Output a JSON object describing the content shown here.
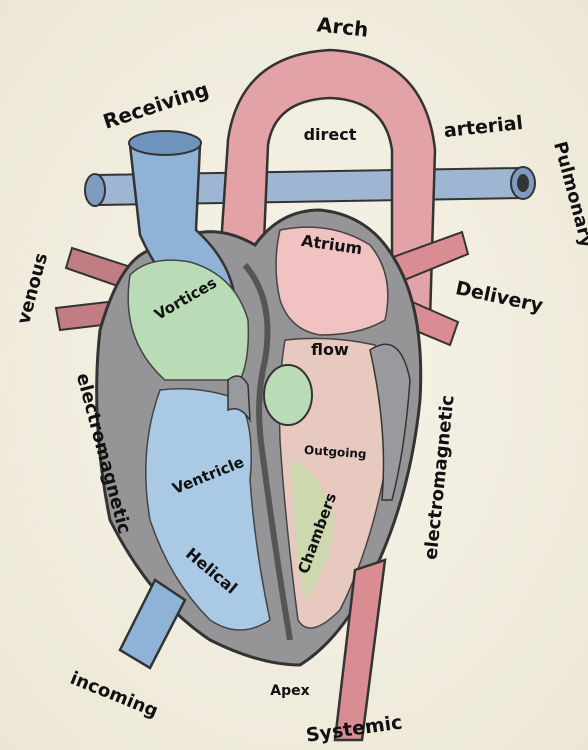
{
  "labels": {
    "arch": "Arch",
    "receiving": "Receiving",
    "direct": "direct",
    "arterial": "arterial",
    "pulmonary": "Pulmonary",
    "venous": "venous",
    "atrium": "Atrium",
    "vortices": "Vortices",
    "delivery": "Delivery",
    "flow": "flow",
    "electromagnetic_left": "electromagnetic",
    "electromagnetic_right": "electromagnetic",
    "outgoing": "Outgoing",
    "ventricle": "Ventricle",
    "chambers": "Chambers",
    "helical": "Helical",
    "incoming": "incoming",
    "apex": "Apex",
    "systemic": "Systemic"
  },
  "colors": {
    "background": "#f3efe2",
    "blue_vessel": "#8fb3d6",
    "red_vessel": "#e3a3a6",
    "grey_wall": "#8f8f94",
    "green_chamber": "#b9dcb6",
    "pink_chamber": "#f0c2c2"
  }
}
